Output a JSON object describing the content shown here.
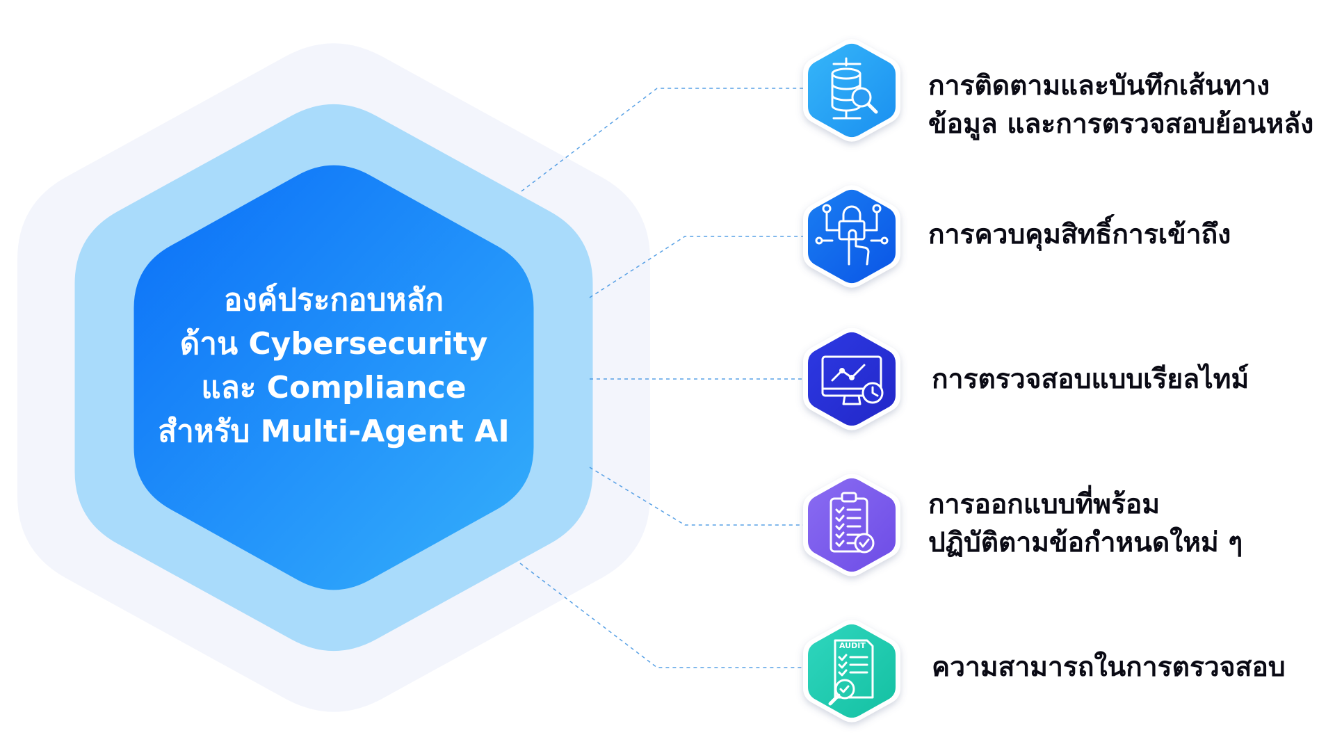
{
  "center": {
    "title_lines": [
      "องค์ประกอบหลัก",
      "ด้าน Cybersecurity",
      "และ Compliance",
      "สำหรับ Multi-Agent AI"
    ]
  },
  "colors": {
    "outer_hex": "#f3f5fc",
    "middle_hex": "#a9dbfb",
    "inner_hex_start": "#0a6ff8",
    "inner_hex_end": "#36b0fb",
    "connector": "#3a8fe0",
    "text": "#0a0a14"
  },
  "items": [
    {
      "lines": [
        "การติดตามและบันทึกเส้นทาง",
        "ข้อมูล และการตรวจสอบย้อนหลัง"
      ],
      "icon": "database-search-icon",
      "color_start": "#36b6f9",
      "color_end": "#1a8ff0"
    },
    {
      "lines": [
        "การควบคุมสิทธิ์การเข้าถึง"
      ],
      "icon": "lock-network-touch-icon",
      "color_start": "#1a7ef2",
      "color_end": "#0a55e6"
    },
    {
      "lines": [
        "การตรวจสอบแบบเรียลไทม์"
      ],
      "icon": "monitor-chart-clock-icon",
      "color_start": "#2d39e3",
      "color_end": "#2227c8"
    },
    {
      "lines": [
        "การออกแบบที่พร้อม",
        "ปฏิบัติตามข้อกำหนดใหม่ ๆ"
      ],
      "icon": "clipboard-checklist-icon",
      "color_start": "#8a6cf2",
      "color_end": "#6d4ce6"
    },
    {
      "lines": [
        "ความสามารถในการตรวจสอบ"
      ],
      "icon": "audit-document-search-icon",
      "icon_text": "AUDIT",
      "color_start": "#2fd6be",
      "color_end": "#14c0a2"
    }
  ]
}
